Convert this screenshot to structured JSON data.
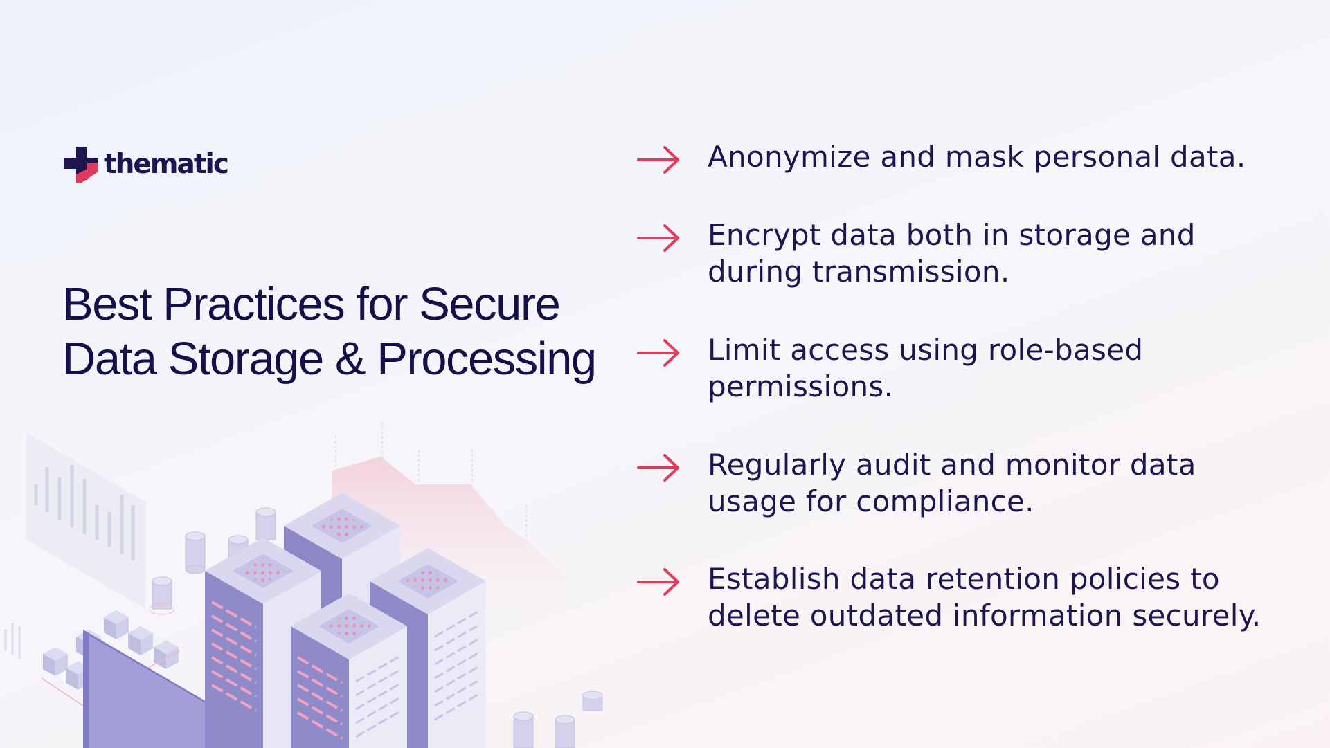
{
  "brand": {
    "name": "thematic",
    "colors": {
      "navy": "#1c1550",
      "accent": "#e03b5c"
    }
  },
  "title": {
    "line1": "Best Practices for Secure",
    "line2": "Data Storage & Processing"
  },
  "practices": [
    {
      "icon": "arrow-right-icon",
      "line1": "Anonymize and mask personal data.",
      "line2": ""
    },
    {
      "icon": "arrow-right-icon",
      "line1": "Encrypt data both in storage and",
      "line2": "during transmission."
    },
    {
      "icon": "arrow-right-icon",
      "line1": "Limit access using role-based",
      "line2": "permissions."
    },
    {
      "icon": "arrow-right-icon",
      "line1": "Regularly audit and monitor data",
      "line2": "usage for compliance."
    },
    {
      "icon": "arrow-right-icon",
      "line1": "Establish data retention policies to",
      "line2": "delete outdated information securely."
    }
  ]
}
